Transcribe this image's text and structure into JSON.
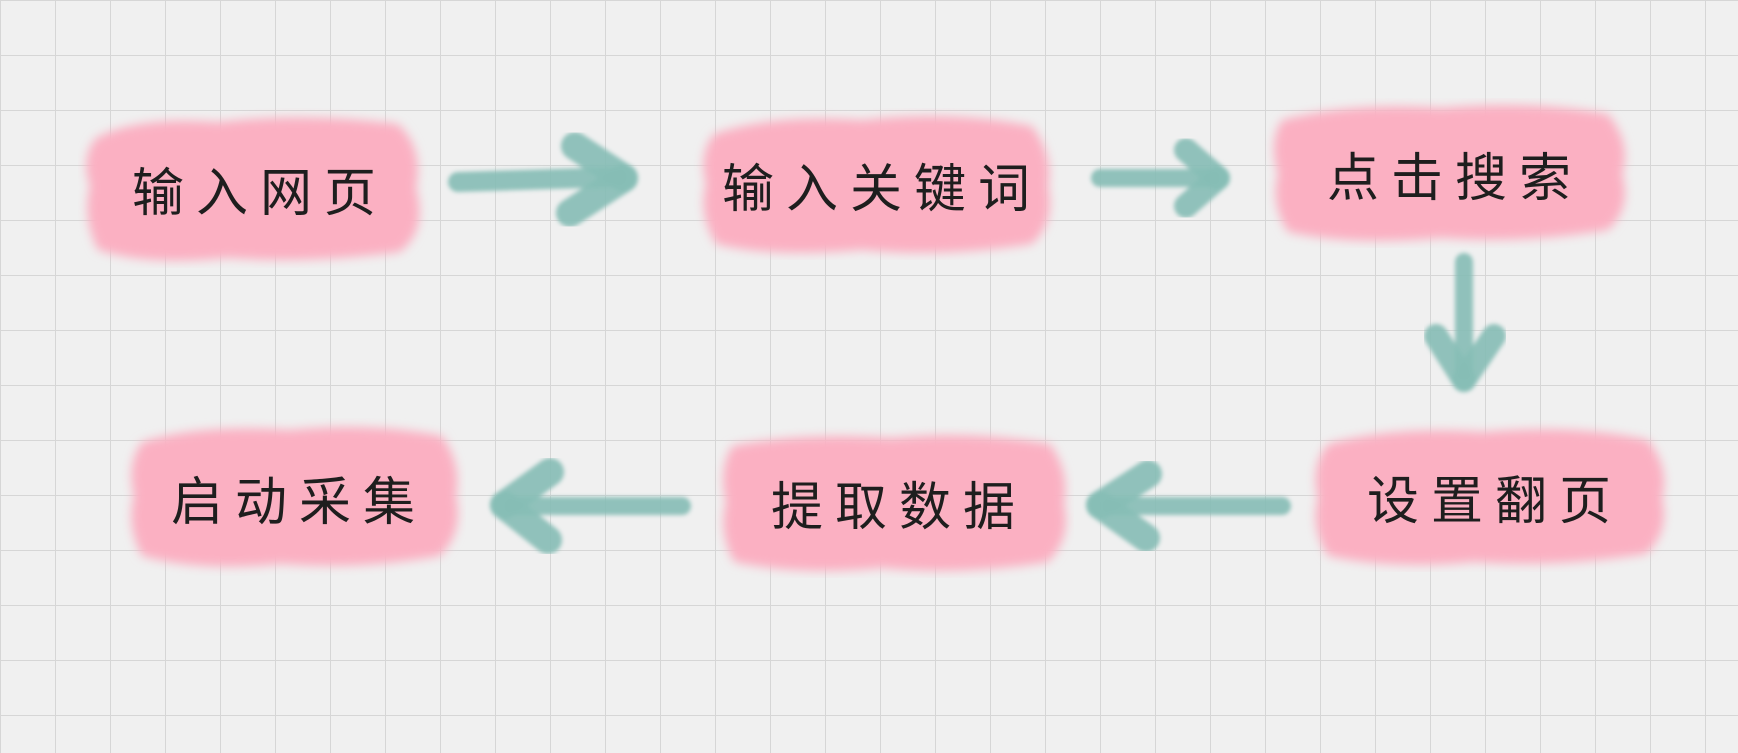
{
  "diagram": {
    "nodes": [
      {
        "id": "node-1",
        "label": "输入网页"
      },
      {
        "id": "node-2",
        "label": "输入关键词"
      },
      {
        "id": "node-3",
        "label": "点击搜索"
      },
      {
        "id": "node-4",
        "label": "设置翻页"
      },
      {
        "id": "node-5",
        "label": "提取数据"
      },
      {
        "id": "node-6",
        "label": "启动采集"
      }
    ],
    "edges": [
      {
        "from": "输入网页",
        "to": "输入关键词",
        "direction": "right"
      },
      {
        "from": "输入关键词",
        "to": "点击搜索",
        "direction": "right"
      },
      {
        "from": "点击搜索",
        "to": "设置翻页",
        "direction": "down"
      },
      {
        "from": "设置翻页",
        "to": "提取数据",
        "direction": "left"
      },
      {
        "from": "提取数据",
        "to": "启动采集",
        "direction": "left"
      }
    ]
  },
  "colors": {
    "background": "#f0f0f0",
    "grid_line": "#d6d6d6",
    "node_fill": "#fbb0c2",
    "arrow": "#86bdb5",
    "text": "#1e1e1e"
  }
}
